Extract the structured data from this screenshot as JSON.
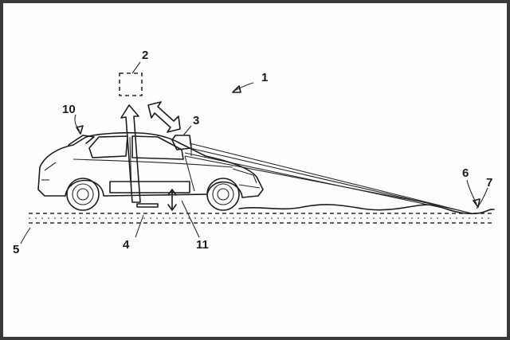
{
  "labels": {
    "l1": "1",
    "l2": "2",
    "l3": "3",
    "l4": "4",
    "l5": "5",
    "l6": "6",
    "l7": "7",
    "l10": "10",
    "l11": "11"
  }
}
